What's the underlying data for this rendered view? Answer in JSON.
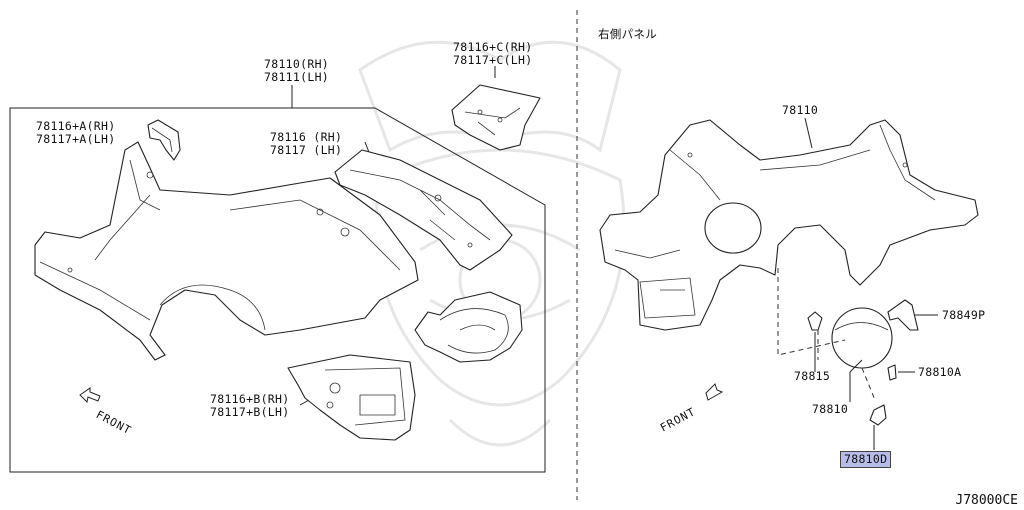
{
  "right_panel_title": "右側パネル",
  "diagram_code": "J78000CE",
  "front_label": "FRONT",
  "callouts": {
    "a1": "78110(RH)",
    "a2": "78111(LH)",
    "b1": "78116+C(RH)",
    "b2": "78117+C(LH)",
    "c1": "78116+A(RH)",
    "c2": "78117+A(LH)",
    "d1": "78116 (RH)",
    "d2": "78117 (LH)",
    "e1": "78116+B(RH)",
    "e2": "78117+B(LH)",
    "r_main": "78110",
    "r_849p": "78849P",
    "r_810a": "78810A",
    "r_815": "78815",
    "r_810": "78810",
    "r_810d": "78810D"
  },
  "highlight_color": "#b7bde8"
}
